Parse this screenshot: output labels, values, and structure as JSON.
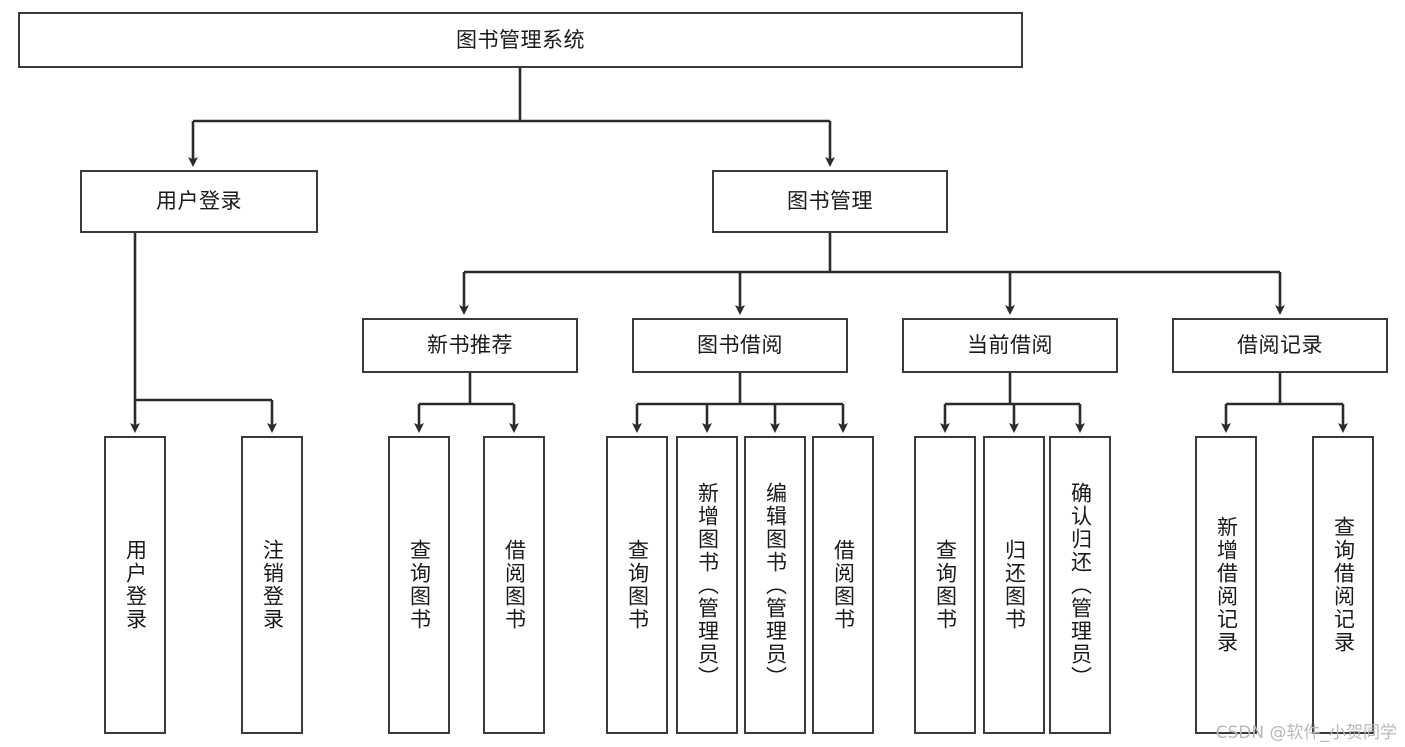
{
  "diagram": {
    "title": "图书管理系统",
    "type": "tree-hierarchy-chart",
    "colors": {
      "box_border": "#3a3a3a",
      "box_fill": "#ffffff",
      "edge": "#2b2b2b",
      "text": "#1a1a1a",
      "watermark": "#b8b8b8"
    }
  },
  "root": {
    "label": "图书管理系统"
  },
  "level2": [
    {
      "label": "用户登录"
    },
    {
      "label": "图书管理"
    }
  ],
  "level3": [
    {
      "label": "新书推荐"
    },
    {
      "label": "图书借阅"
    },
    {
      "label": "当前借阅"
    },
    {
      "label": "借阅记录"
    }
  ],
  "leaves": {
    "user_login": [
      {
        "label": "用户登录"
      },
      {
        "label": "注销登录"
      }
    ],
    "new_book_recommend": [
      {
        "label": "查询图书"
      },
      {
        "label": "借阅图书"
      }
    ],
    "book_borrow": [
      {
        "label": "查询图书"
      },
      {
        "label": "新增图书（管理员）"
      },
      {
        "label": "编辑图书（管理员）"
      },
      {
        "label": "借阅图书"
      }
    ],
    "current_borrow": [
      {
        "label": "查询图书"
      },
      {
        "label": "归还图书"
      },
      {
        "label": "确认归还（管理员）"
      }
    ],
    "borrow_records": [
      {
        "label": "新增借阅记录"
      },
      {
        "label": "查询借阅记录"
      }
    ]
  },
  "watermark": {
    "text": "CSDN @软件_小贺同学"
  }
}
